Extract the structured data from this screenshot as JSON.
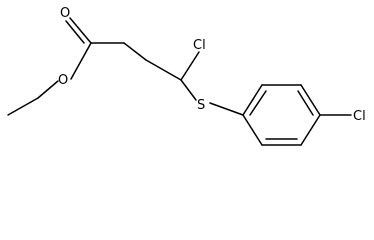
{
  "molecule": {
    "atoms": {
      "carbonyl_oxygen": "O",
      "ester_oxygen": "O",
      "chain_chlorine": "Cl",
      "sulfur": "S",
      "ring_chlorine": "Cl"
    }
  }
}
